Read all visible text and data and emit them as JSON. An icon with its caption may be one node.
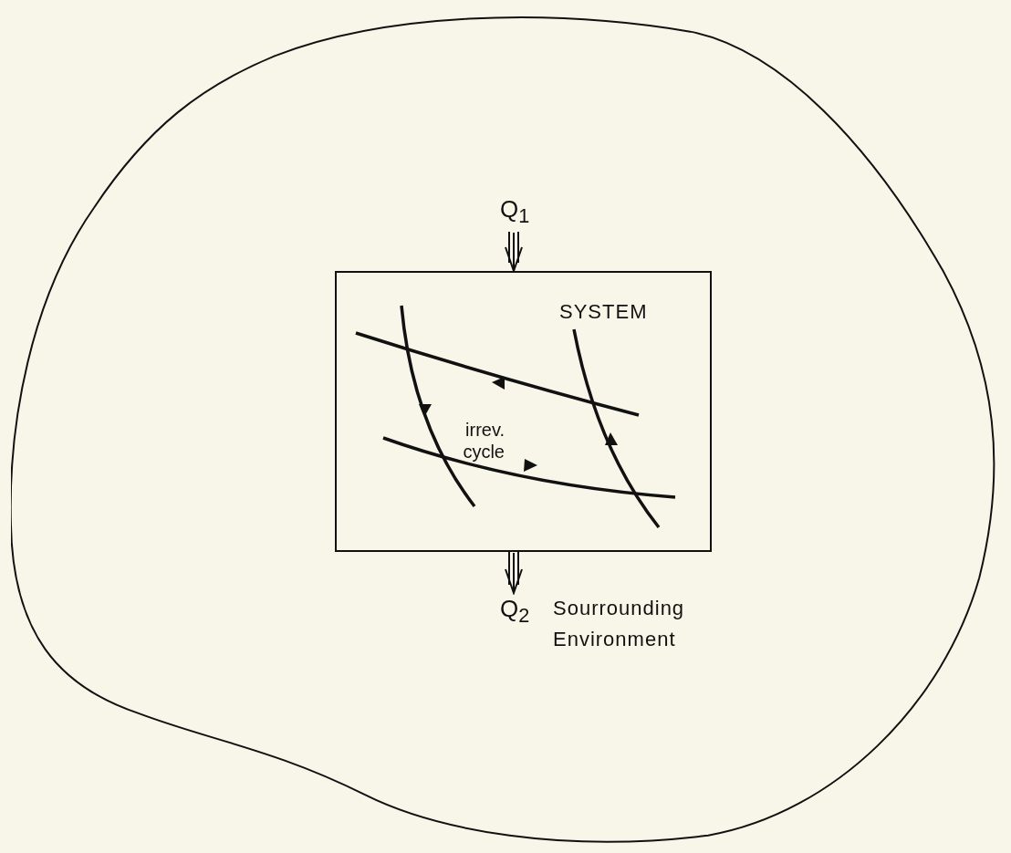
{
  "diagram": {
    "nodes": [
      {
        "text": [
          "Sourrounding Environment"
        ]
      },
      {
        "text": [
          "SYSTEM",
          "irrev. cycle"
        ],
        "in": 0
      },
      {
        "text": [
          "Q$_{1}$"
        ],
        "in": 0
      },
      {
        "text": [
          "Q$_{2}$"
        ],
        "in": 0
      }
    ],
    "edges": [
      {
        "from": 2,
        "to": 1,
        "arrow": "to"
      },
      {
        "from": 1,
        "to": 3,
        "arrow": "to"
      }
    ]
  }
}
